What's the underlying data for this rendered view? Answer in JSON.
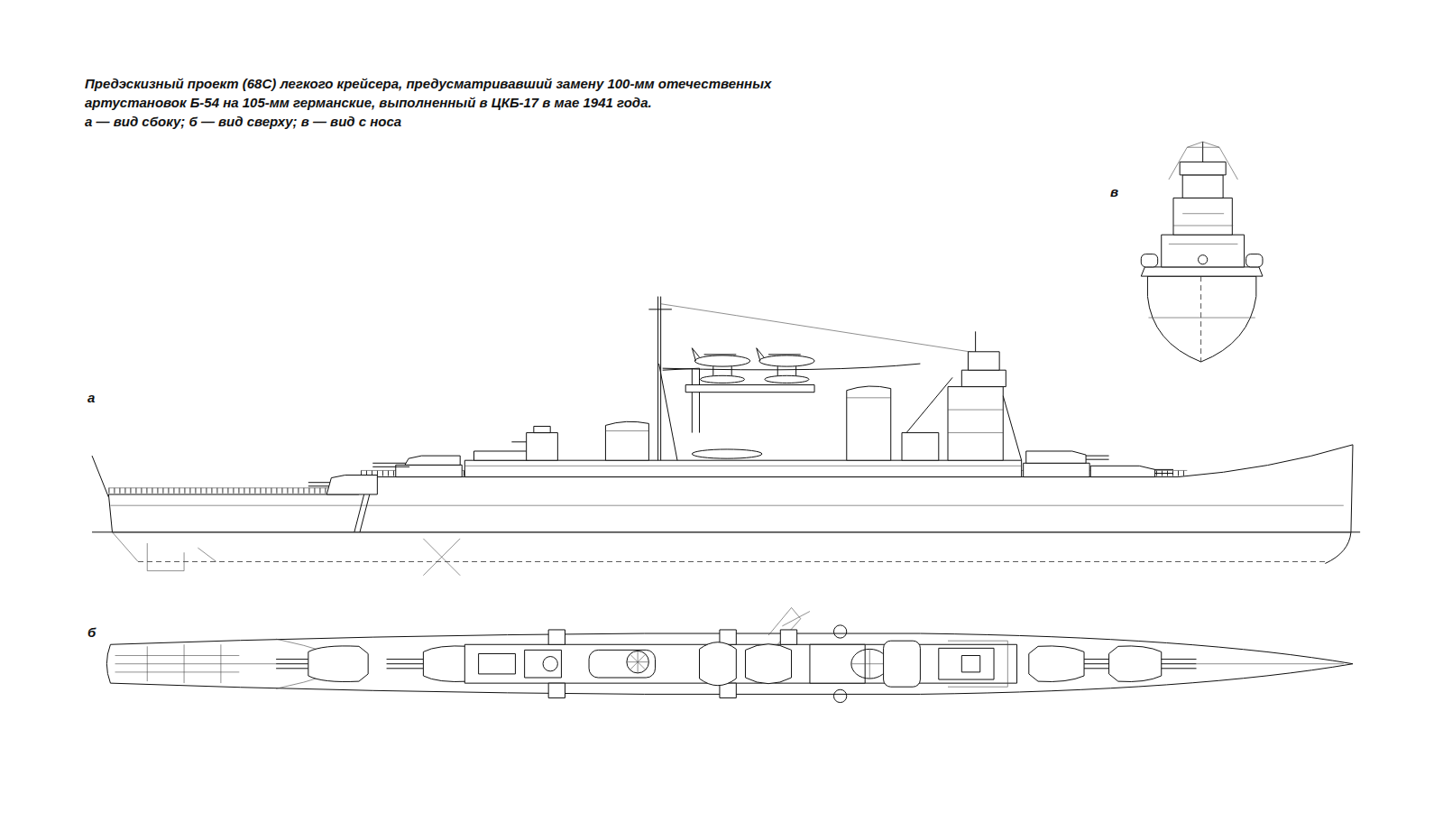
{
  "diagram": {
    "title": "Предэскизный проект (68С) легкого крейсера, предусматривавший замену 100-мм отечественных артустановок Б-54 на 105-мм германские, выполненный в ЦКБ-17 в мае 1941 года.",
    "caption": "а — вид сбоку; б — вид сверху; в — вид с носа",
    "labels": [
      "а",
      "б",
      "в"
    ]
  }
}
